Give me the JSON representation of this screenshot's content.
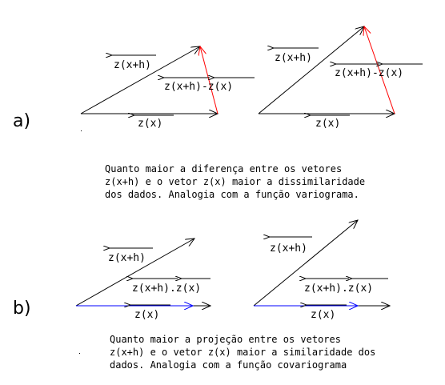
{
  "labels": {
    "z_xh": "z(x+h)",
    "z_x": "z(x)",
    "diff": "z(x+h)-z(x)",
    "dot": "z(x+h).z(x)",
    "part_a": "a)",
    "part_b": "b)"
  },
  "text_a": [
    "Quanto maior a diferença entre os vetores",
    "z(x+h) e o vetor z(x) maior a dissimilaridade",
    "dos dados. Analogia com a função variograma."
  ],
  "text_b": [
    "Quanto maior a projeção entre os vetores",
    "z(x+h) e o vetor z(x) maior a similaridade dos",
    "dados. Analogia com a função covariograma"
  ],
  "colors": {
    "vector": "#000000",
    "difference": "#ff0000",
    "projection": "#0000ff"
  }
}
